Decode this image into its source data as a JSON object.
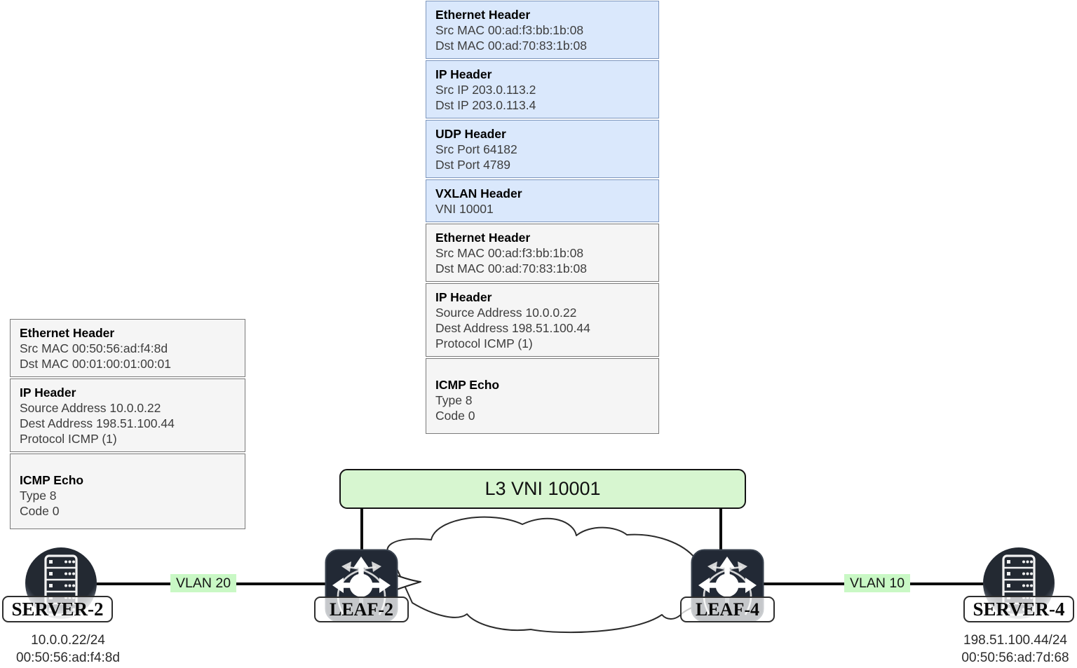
{
  "packets": {
    "encapsulated": {
      "sections": [
        {
          "title": "Ethernet Header",
          "lines": [
            "Src MAC 00:ad:f3:bb:1b:08",
            "Dst MAC 00:ad:70:83:1b:08"
          ],
          "style": "blue"
        },
        {
          "title": "IP Header",
          "lines": [
            "Src IP 203.0.113.2",
            "Dst IP 203.0.113.4"
          ],
          "style": "blue"
        },
        {
          "title": "UDP Header",
          "lines": [
            "Src Port 64182",
            "Dst Port 4789"
          ],
          "style": "blue"
        },
        {
          "title": "VXLAN Header",
          "lines": [
            "VNI 10001"
          ],
          "style": "blue"
        },
        {
          "title": "Ethernet Header",
          "lines": [
            "Src MAC 00:ad:f3:bb:1b:08",
            "Dst MAC 00:ad:70:83:1b:08"
          ],
          "style": "gray"
        },
        {
          "title": "IP Header",
          "lines": [
            "Source Address 10.0.0.22",
            "Dest Address 198.51.100.44",
            "Protocol ICMP (1)"
          ],
          "style": "gray"
        },
        {
          "title": "ICMP Echo",
          "lines": [
            "Type 8",
            "Code 0"
          ],
          "style": "gray",
          "extra_top": true
        }
      ]
    },
    "original": {
      "sections": [
        {
          "title": "Ethernet Header",
          "lines": [
            "Src MAC 00:50:56:ad:f4:8d",
            "Dst MAC 00:01:00:01:00:01"
          ],
          "style": "gray"
        },
        {
          "title": "IP Header",
          "lines": [
            "Source Address 10.0.0.22",
            "Dest Address 198.51.100.44",
            "Protocol ICMP (1)"
          ],
          "style": "gray"
        },
        {
          "title": "ICMP Echo",
          "lines": [
            "Type 8",
            "Code 0"
          ],
          "style": "gray",
          "extra_top": true
        }
      ]
    }
  },
  "overlay": {
    "l3_vni_label": "L3 VNI 10001"
  },
  "links": [
    {
      "label": "VLAN 20"
    },
    {
      "label": "VLAN 10"
    }
  ],
  "devices": {
    "server2": {
      "name": "SERVER-2",
      "ip": "10.0.0.22/24",
      "mac": "00:50:56:ad:f4:8d"
    },
    "leaf2": {
      "name": "LEAF-2"
    },
    "leaf4": {
      "name": "LEAF-4"
    },
    "server4": {
      "name": "SERVER-4",
      "ip": "198.51.100.44/24",
      "mac": "00:50:56:ad:7d:68"
    }
  },
  "colors": {
    "outer_header_fill": "#dae8fc",
    "outer_header_stroke": "#7d96bd",
    "inner_header_fill": "#f5f5f5",
    "inner_header_stroke": "#7a7a7a",
    "vni_box_fill": "#d7f6d0",
    "vlan_badge_fill": "#c9f8c5",
    "device_dark": "#232a34",
    "line_color": "#0d0d0d"
  }
}
